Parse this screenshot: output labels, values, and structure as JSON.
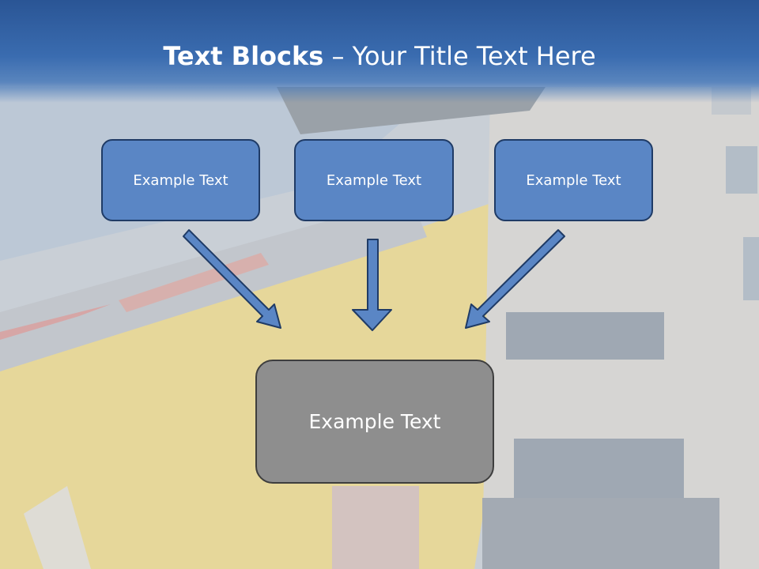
{
  "slide": {
    "title_bold": "Text Blocks",
    "title_rest": " – Your Title Text Here"
  },
  "boxes": {
    "left": "Example Text",
    "center": "Example Text",
    "right": "Example Text",
    "bottom": "Example Text"
  },
  "colors": {
    "header": "#2a5595",
    "box_fill": "#5a86c5",
    "box_border": "#1f3b66",
    "center_box_fill": "#8e8e8e",
    "arrow_fill": "#5a86c5"
  }
}
